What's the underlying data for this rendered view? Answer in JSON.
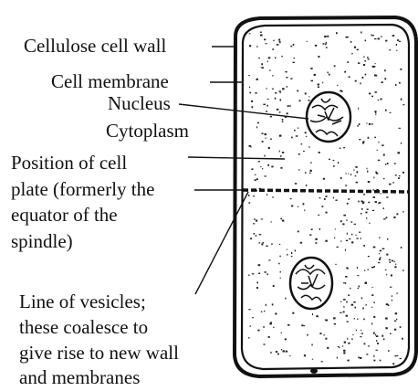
{
  "labels": {
    "cell_wall": "Cellulose cell wall",
    "cell_membrane": "Cell membrane",
    "nucleus": "Nucleus",
    "cytoplasm": "Cytoplasm",
    "cell_plate_lines": [
      "Position of cell",
      "plate (formerly the",
      "equator of the",
      "spindle)"
    ],
    "vesicles_lines": [
      "Line of vesicles;",
      "these coalesce to",
      "give rise to new wall",
      "and membranes"
    ]
  },
  "colors": {
    "ink": "#111111",
    "background": "#ffffff"
  }
}
